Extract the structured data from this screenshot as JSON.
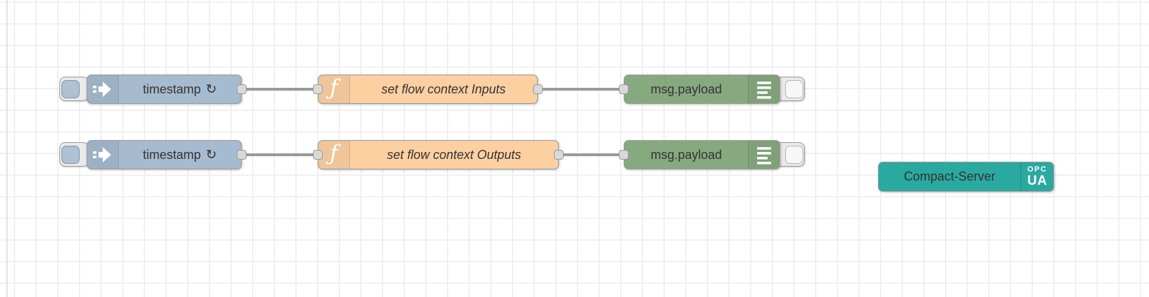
{
  "editor": {
    "kind": "node-red-flow-canvas"
  },
  "colors": {
    "inject_node": "#a6bbcf",
    "function_node": "#fdd0a2",
    "debug_node": "#87a980",
    "opcua_server_node": "#2aa9a0",
    "wire": "#999999",
    "port": "#d9d9d9",
    "grid_line": "#ececec",
    "label_text": "#333333"
  },
  "nodes": [
    {
      "id": "inject-1",
      "type": "inject",
      "label": "timestamp",
      "repeat_indicator": "↻"
    },
    {
      "id": "function-1",
      "type": "function",
      "label": "set flow context Inputs",
      "icon_glyph": "ƒ"
    },
    {
      "id": "debug-1",
      "type": "debug",
      "label": "msg.payload"
    },
    {
      "id": "inject-2",
      "type": "inject",
      "label": "timestamp",
      "repeat_indicator": "↻"
    },
    {
      "id": "function-2",
      "type": "function",
      "label": "set flow context Outputs",
      "icon_glyph": "ƒ"
    },
    {
      "id": "debug-2",
      "type": "debug",
      "label": "msg.payload"
    },
    {
      "id": "opcua-server",
      "type": "opcua-compact-server",
      "label": "Compact-Server",
      "badge_line1": "OPC",
      "badge_line2": "UA"
    }
  ]
}
